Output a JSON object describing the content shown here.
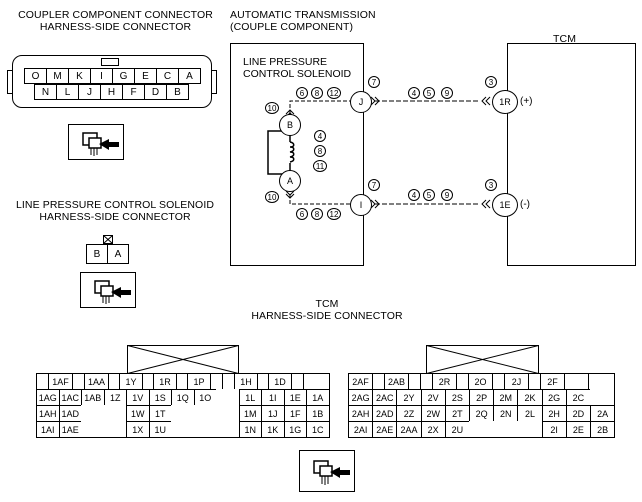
{
  "coupler": {
    "title_line1": "COUPLER COMPONENT CONNECTOR",
    "title_line2": "HARNESS-SIDE CONNECTOR",
    "top_row": [
      "O",
      "M",
      "K",
      "I",
      "G",
      "E",
      "C",
      "A"
    ],
    "bottom_row": [
      "N",
      "L",
      "J",
      "H",
      "F",
      "D",
      "B"
    ]
  },
  "solenoid_connector": {
    "title_line1": "LINE PRESSURE CONTROL SOLENOID",
    "title_line2": "HARNESS-SIDE CONNECTOR",
    "pins": [
      "B",
      "A"
    ]
  },
  "schematic": {
    "at_title_line1": "AUTOMATIC TRANSMISSION",
    "at_title_line2": "(COUPLE COMPONENT)",
    "solenoid_label_line1": "LINE PRESSURE",
    "solenoid_label_line2": "CONTROL SOLENOID",
    "tcm_label": "TCM",
    "node_b": "B",
    "node_a": "A",
    "connector_j": "J",
    "connector_i": "I",
    "tcm_pin_top": "1R",
    "tcm_pin_bottom": "1E",
    "tcm_polarity_top": "(+)",
    "tcm_polarity_bottom": "(-)",
    "refs": {
      "r7a": "7",
      "r7b": "7",
      "r3a": "3",
      "r3b": "3",
      "r4a": "4",
      "r5a": "5",
      "r9a": "9",
      "r4b": "4",
      "r5b": "5",
      "r9b": "9",
      "r6a": "6",
      "r8a": "8",
      "r12a": "12",
      "r6b": "6",
      "r8b": "8",
      "r12b": "12",
      "r10a": "10",
      "r10b": "10",
      "r4c": "4",
      "r8c": "8",
      "r11c": "11"
    }
  },
  "tcm_connector": {
    "title_line1": "TCM",
    "title_line2": "HARNESS-SIDE CONNECTOR",
    "left_block": [
      [
        "",
        "1AF",
        "",
        "1AA",
        "",
        "1Y",
        "",
        "1R",
        "",
        "1P",
        "",
        "",
        "1H",
        "",
        "1D",
        ""
      ],
      [
        "1AG",
        "1AC",
        "1AB",
        "1Z",
        "1V",
        "1S",
        "1Q",
        "1O",
        "",
        "1L",
        "1I",
        "1E",
        "1A"
      ],
      [
        "1AH",
        "1AD",
        "",
        "",
        "1W",
        "1T",
        "",
        "",
        "",
        "1M",
        "1J",
        "1F",
        "1B"
      ],
      [
        "1AI",
        "1AE",
        "",
        "",
        "1X",
        "1U",
        "",
        "",
        "",
        "1N",
        "1K",
        "1G",
        "1C"
      ]
    ],
    "right_block": [
      [
        "2AF",
        "",
        "2AB",
        "",
        "",
        "2R",
        "",
        "2O",
        "",
        "2J",
        "",
        "2F",
        ""
      ],
      [
        "2AG",
        "2AC",
        "2Y",
        "2V",
        "2S",
        "2P",
        "2M",
        "2K",
        "2G",
        "2C",
        ""
      ],
      [
        "2AH",
        "2AD",
        "2Z",
        "2W",
        "2T",
        "2Q",
        "2N",
        "2L",
        "2H",
        "2D",
        "2A"
      ],
      [
        "2AI",
        "2AE",
        "2AA",
        "2X",
        "2U",
        "",
        "",
        "",
        "2I",
        "2E",
        "2B"
      ]
    ]
  }
}
